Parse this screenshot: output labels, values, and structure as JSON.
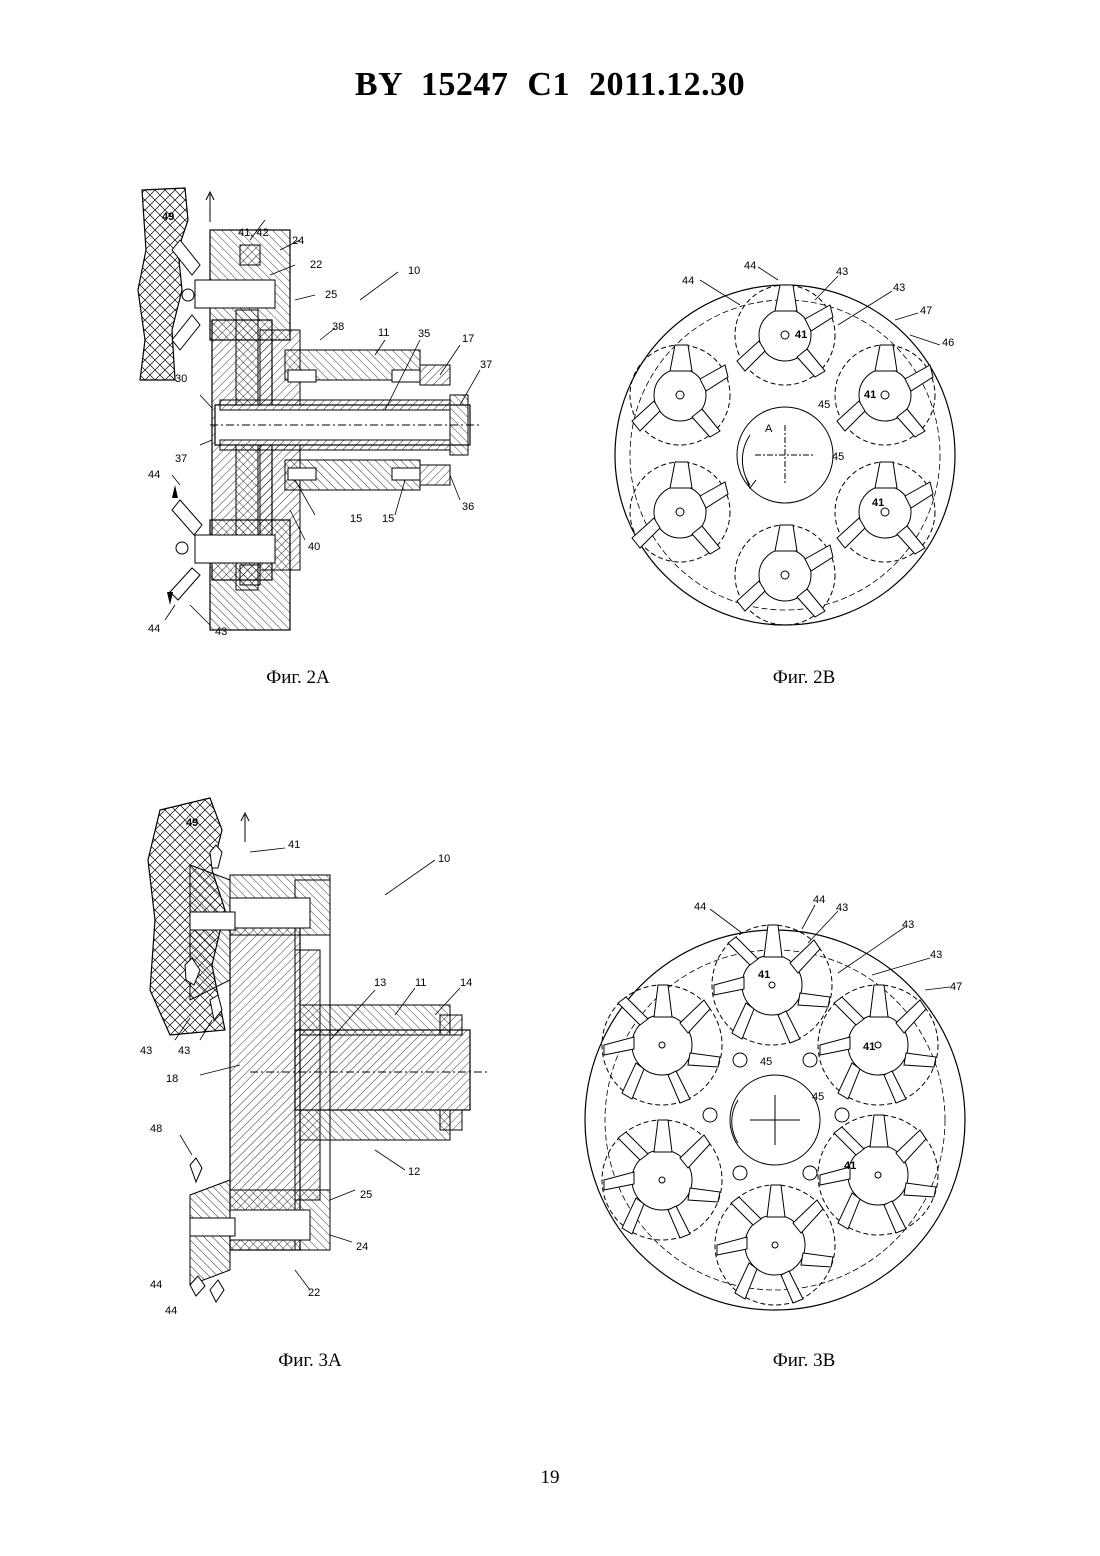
{
  "header": {
    "title": "BY 15247 C1 2011.12.30"
  },
  "figures": [
    {
      "id": "2A",
      "caption": "Фиг. 2А",
      "labels": [
        "49",
        "41, 42",
        "24",
        "22",
        "25",
        "10",
        "38",
        "11",
        "35",
        "17",
        "37",
        "30",
        "37",
        "44",
        "15",
        "15",
        "36",
        "40",
        "44",
        "43"
      ]
    },
    {
      "id": "2B",
      "caption": "Фиг. 2В",
      "labels": [
        "44",
        "44",
        "43",
        "43",
        "47",
        "46",
        "41",
        "41",
        "45",
        "A",
        "45",
        "41"
      ]
    },
    {
      "id": "3A",
      "caption": "Фиг. 3А",
      "labels": [
        "49",
        "41",
        "10",
        "13",
        "11",
        "14",
        "43",
        "43",
        "18",
        "48",
        "12",
        "25",
        "24",
        "44",
        "44",
        "22"
      ]
    },
    {
      "id": "3B",
      "caption": "Фиг. 3В",
      "labels": [
        "44",
        "44",
        "43",
        "43",
        "43",
        "47",
        "41",
        "45",
        "41",
        "45",
        "41"
      ]
    }
  ],
  "page": {
    "number": "19"
  }
}
